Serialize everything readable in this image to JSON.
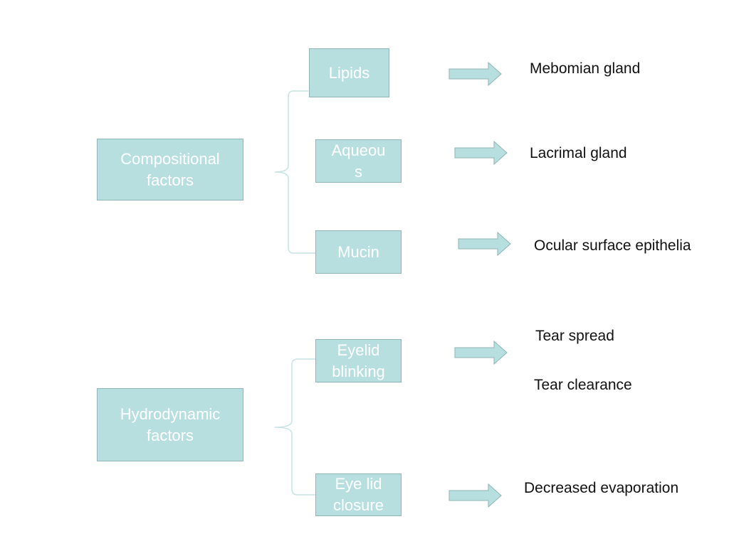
{
  "categories": [
    {
      "name": "Compositional\nfactors",
      "components": [
        {
          "name": "Lipids",
          "outputs": [
            "Mebomian gland"
          ]
        },
        {
          "name": "Aqueou\ns",
          "outputs": [
            "Lacrimal gland"
          ]
        },
        {
          "name": "Mucin",
          "outputs": [
            "Ocular surface epithelia"
          ]
        }
      ]
    },
    {
      "name": "Hydrodynamic\nfactors",
      "components": [
        {
          "name": "Eyelid\nblinking",
          "outputs": [
            "Tear spread",
            "Tear clearance"
          ]
        },
        {
          "name": "Eye lid\nclosure",
          "outputs": [
            "Decreased evaporation"
          ]
        }
      ]
    }
  ],
  "colors": {
    "box_fill": "#b8dfe0",
    "box_border": "#8fb5b6",
    "box_text": "#ffffff",
    "arrow_fill": "#b8dfe0",
    "arrow_stroke": "#8fb5b6",
    "bracket": "#c6e3e4",
    "label_text": "#111111"
  },
  "icons": {
    "arrow": "right-arrow-icon",
    "bracket": "curly-brace-icon"
  }
}
